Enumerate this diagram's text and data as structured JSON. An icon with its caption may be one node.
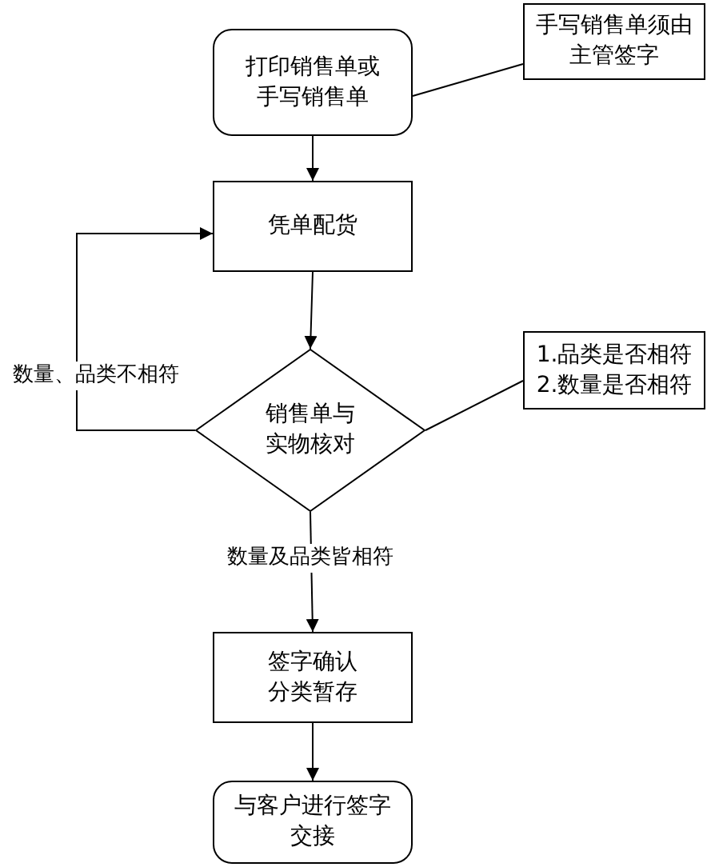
{
  "diagram": {
    "nodes": [
      {
        "text": [
          "打印销售单或手写销售单"
        ]
      },
      {
        "text": [
          "手写销售单须由主管签字"
        ]
      },
      {
        "text": [
          "凭单配货"
        ]
      },
      {
        "text": [
          "销售单与实物核对"
        ]
      },
      {
        "text": [
          "1.品类是否相符",
          "2.数量是否相符"
        ]
      },
      {
        "text": [
          "签字确认分类暂存"
        ]
      },
      {
        "text": [
          "与客户进行签字交接"
        ]
      }
    ],
    "edges": [
      {
        "from": 1,
        "to": 0,
        "arrow": "none"
      },
      {
        "from": 0,
        "to": 2,
        "arrow": "to"
      },
      {
        "from": 2,
        "to": 3,
        "arrow": "to"
      },
      {
        "from": 3,
        "to": 2,
        "arrow": "to",
        "label": "数量、品类不相符"
      },
      {
        "from": 4,
        "to": 3,
        "arrow": "none"
      },
      {
        "from": 3,
        "to": 5,
        "arrow": "to",
        "label": "数量及品类皆相符"
      },
      {
        "from": 5,
        "to": 6,
        "arrow": "to"
      }
    ]
  }
}
